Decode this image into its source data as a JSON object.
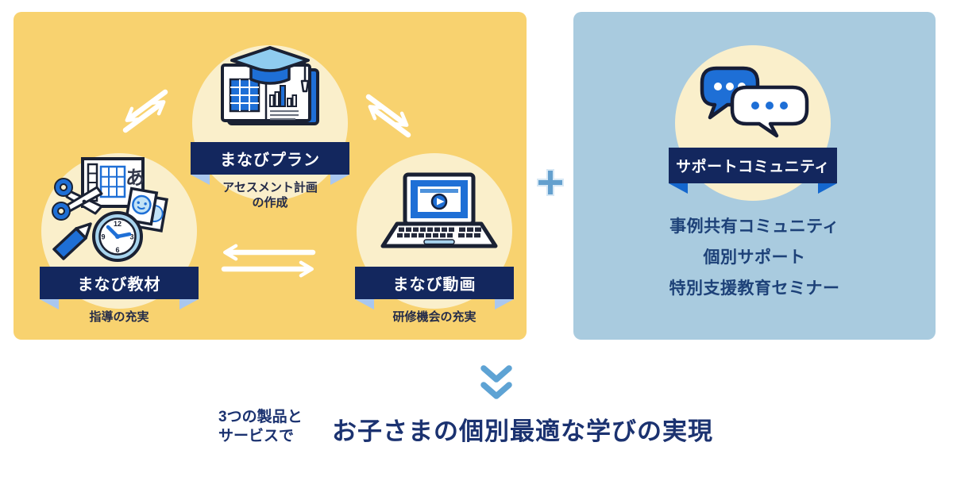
{
  "diagram": {
    "products_panel": {
      "nodes": [
        {
          "label": "まなびプラン",
          "subtitle_line1": "アセスメント計画",
          "subtitle_line2": "の作成",
          "icon": "book-graduation-cap-icon"
        },
        {
          "label": "まなび教材",
          "subtitle_line1": "指導の充実",
          "subtitle_line2": "",
          "icon": "teaching-materials-icon"
        },
        {
          "label": "まなび動画",
          "subtitle_line1": "研修機会の充実",
          "subtitle_line2": "",
          "icon": "laptop-video-icon"
        }
      ],
      "arrows": [
        "swap-arrows-left",
        "swap-arrows-right",
        "left-right-arrows"
      ]
    },
    "community_panel": {
      "label": "サポートコミュニティ",
      "icon": "chat-bubbles-icon",
      "items": {
        "line1": "事例共有コミュニティ",
        "line2": "個別サポート",
        "line3": "特別支援教育セミナー"
      }
    },
    "plus_sign": "+",
    "footer": {
      "lead_line1": "3つの製品と",
      "lead_line2": "サービスで",
      "headline": "お子さまの個別最適な学びの実現"
    },
    "colors": {
      "products_panel_bg": "#F8D26F",
      "community_panel_bg": "#A9CBDF",
      "circle_bg": "#FAEFCB",
      "ribbon_bg": "#13275E",
      "ribbon_fold_light": "#A9C7EF",
      "ribbon_fold_bright": "#1467CE",
      "caption_text": "#252C49",
      "community_text": "#1D4178",
      "footer_text": "#1B3270",
      "plus": "#64A0CE",
      "chevron": "#5EA3D4",
      "icon_blue": "#1E6FD6",
      "icon_light_blue": "#A8D4EE",
      "icon_outline": "#1A2133"
    }
  }
}
